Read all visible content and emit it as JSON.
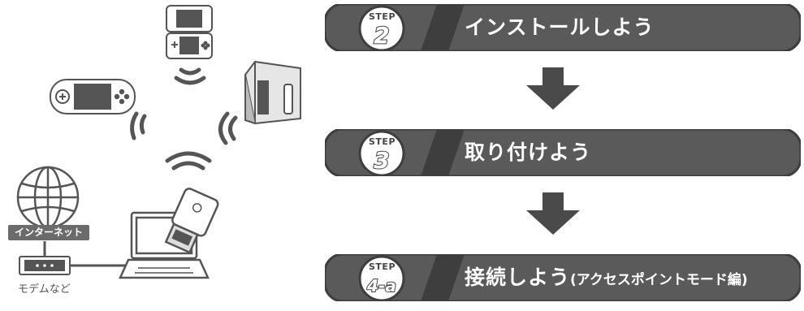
{
  "steps": [
    {
      "badge_word": "STEP",
      "number": "2",
      "title": "インストールしよう",
      "subtitle": ""
    },
    {
      "badge_word": "STEP",
      "number": "3",
      "title": "取り付けよう",
      "subtitle": ""
    },
    {
      "badge_word": "STEP",
      "number": "4-a",
      "title": "接続しよう",
      "subtitle": "(アクセスポイントモード編)"
    }
  ],
  "labels": {
    "internet": "インターネット",
    "modem": "モデムなど"
  },
  "colors": {
    "step_bar": "#5a5a5a",
    "step_bar_dark": "#3e3e3e",
    "arrow": "#4a4a4a",
    "icon_stroke": "#555555",
    "icon_fill": "#dcdcdc"
  },
  "icons": [
    "nintendo-ds-icon",
    "psp-icon",
    "wii-icon",
    "wireless-signal-icon",
    "globe-icon",
    "modem-icon",
    "laptop-icon",
    "usb-adapter-icon"
  ]
}
